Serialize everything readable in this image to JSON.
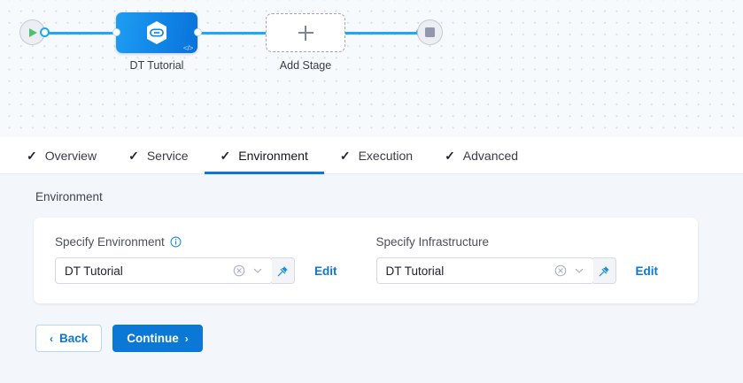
{
  "canvas": {
    "start_node": {
      "icon": "play-icon",
      "name": "pipeline-start"
    },
    "end_node": {
      "icon": "stop-icon",
      "name": "pipeline-end"
    },
    "stage": {
      "label": "DT Tutorial",
      "icon": "harness-hexagon-icon",
      "badge": "</>"
    },
    "add_stage": {
      "label": "Add Stage",
      "icon": "plus-icon"
    }
  },
  "tabs": [
    {
      "label": "Overview",
      "check": "✓",
      "active": false
    },
    {
      "label": "Service",
      "check": "✓",
      "active": false
    },
    {
      "label": "Environment",
      "check": "✓",
      "active": true
    },
    {
      "label": "Execution",
      "check": "✓",
      "active": false
    },
    {
      "label": "Advanced",
      "check": "✓",
      "active": false
    }
  ],
  "content": {
    "section_title": "Environment",
    "environment_field": {
      "label": "Specify Environment",
      "info_icon": "info-icon",
      "value": "DT Tutorial",
      "clear_icon": "clear-circle-icon",
      "chevron_icon": "chevron-down-icon",
      "pin_icon": "pin-icon",
      "edit_label": "Edit"
    },
    "infrastructure_field": {
      "label": "Specify Infrastructure",
      "value": "DT Tutorial",
      "clear_icon": "clear-circle-icon",
      "chevron_icon": "chevron-down-icon",
      "pin_icon": "pin-icon",
      "edit_label": "Edit"
    }
  },
  "footer": {
    "back_label": "Back",
    "back_chevron": "‹",
    "continue_label": "Continue",
    "continue_chevron": "›"
  },
  "colors": {
    "accent_blue": "#0a78d4",
    "edge_blue": "#1ba9f5",
    "play_green": "#4ec16e",
    "canvas_bg": "#f7fafc",
    "content_bg": "#f3f7fb"
  }
}
